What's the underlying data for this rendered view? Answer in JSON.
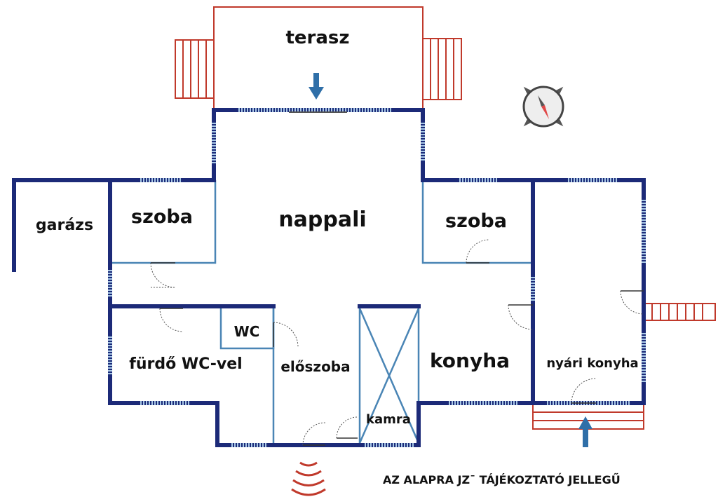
{
  "rooms": {
    "terasz": "terasz",
    "garazs": "garázs",
    "szoba_left": "szoba",
    "nappali": "nappali",
    "szoba_right": "szoba",
    "wc": "WC",
    "furdo": "fürdő WC-vel",
    "eloszoba": "előszoba",
    "konyha": "konyha",
    "nyari_konyha": "nyári konyha",
    "kamra": "kamra"
  },
  "note": "AZ ALAPRA JZ¯ TÁJÉKOZTATÓ JELLEGŰ",
  "colors": {
    "wall": "#1c2a78",
    "inner": "#4a85b5",
    "window": "#a9c9e6",
    "terrace": "#c0392b",
    "arrow": "#2f6fa8"
  }
}
